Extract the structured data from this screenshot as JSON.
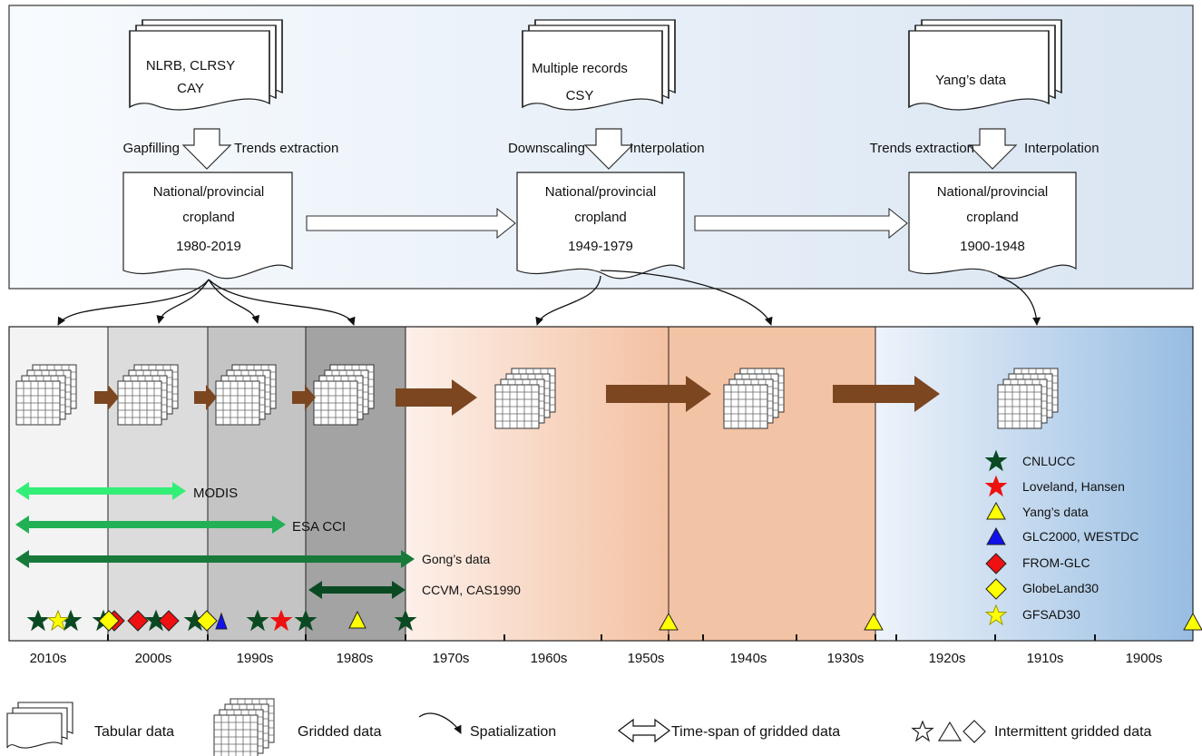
{
  "source_groups": [
    {
      "source_lines": [
        "NLRB, CLRSY",
        "CAY"
      ],
      "left_method": "Gapfilling",
      "right_method": "Trends extraction",
      "target_lines": [
        "National/provincial",
        "cropland",
        "1980-2019"
      ]
    },
    {
      "source_lines": [
        "Multiple records",
        "CSY"
      ],
      "left_method": "Downscaling",
      "right_method": "Interpolation",
      "target_lines": [
        "National/provincial",
        "cropland",
        "1949-1979"
      ]
    },
    {
      "source_lines": [
        "Yang’s data"
      ],
      "left_method": "Trends extraction",
      "right_method": "Interpolation",
      "target_lines": [
        "National/provincial",
        "cropland",
        "1900-1948"
      ]
    }
  ],
  "decades": [
    "2010s",
    "2000s",
    "1990s",
    "1980s",
    "1970s",
    "1960s",
    "1950s",
    "1940s",
    "1930s",
    "1920s",
    "1910s",
    "1900s"
  ],
  "time_spans": [
    {
      "label": "MODIS",
      "color": "#33ee77"
    },
    {
      "label": "ESA CCI",
      "color": "#22b055"
    },
    {
      "label": "Gong’s data",
      "color": "#187a3a"
    },
    {
      "label": "CCVM, CAS1990",
      "color": "#0a4a22"
    }
  ],
  "legend": [
    {
      "icon": "dark-green-star",
      "label": "CNLUCC",
      "color": "#0a4a22"
    },
    {
      "icon": "red-star",
      "label": "Loveland, Hansen",
      "color": "#ee1111"
    },
    {
      "icon": "yellow-triangle",
      "label": "Yang’s data",
      "color": "#ffff00"
    },
    {
      "icon": "blue-triangle",
      "label": "GLC2000, WESTDC",
      "color": "#1111ee"
    },
    {
      "icon": "red-diamond",
      "label": "FROM-GLC",
      "color": "#ee1111"
    },
    {
      "icon": "yellow-diamond",
      "label": "GlobeLand30",
      "color": "#ffff00"
    },
    {
      "icon": "yellow-star",
      "label": "GFSAD30",
      "color": "#ffff00"
    }
  ],
  "bottom_legend": {
    "tabular": "Tabular data",
    "gridded": "Gridded data",
    "spatialization": "Spatialization",
    "time_span": "Time-span of gridded data",
    "intermittent": "Intermittent gridded data"
  },
  "colors": {
    "top_panel_light": "#f6f9fd",
    "top_panel_dark": "#dbe6f3",
    "arrow_brown": "#7b4620",
    "dark_green": "#0a4a22",
    "red": "#ee1111",
    "yellow": "#ffff00",
    "blue": "#1111ee"
  }
}
